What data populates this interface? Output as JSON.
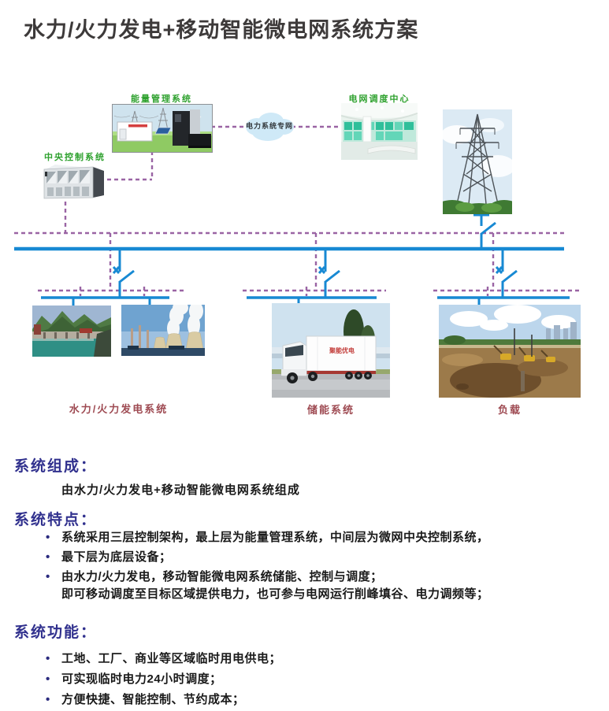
{
  "title": "水力/火力发电+移动智能微电网系统方案",
  "diagram": {
    "labels": {
      "ems": "能量管理系统",
      "ccs": "中央控制系统",
      "dispatch": "电网调度中心",
      "cloud": "电力系统专网",
      "generation": "水力/火力发电系统",
      "storage": "储能系统",
      "load": "负载"
    },
    "truck_text": "聚能优电",
    "colors": {
      "power_line_blue": "#1789d3",
      "comm_line_purple": "#9a64a4",
      "node_label_green": "#2ea12e",
      "group_label_red": "#9e4a52",
      "heading_indigo": "#31318e"
    }
  },
  "sections": {
    "composition": {
      "heading": "系统组成：",
      "body": "由水力/火力发电+移动智能微电网系统组成"
    },
    "features": {
      "heading": "系统特点：",
      "items": [
        {
          "text": "系统采用三层控制架构，最上层为能量管理系统，中间层为微网中央控制系统，"
        },
        {
          "text": "最下层为底层设备；"
        },
        {
          "text": "由水力/火力发电，移动智能微电网系统储能、控制与调度；"
        },
        {
          "text": "即可移动调度至目标区域提供电力，也可参与电网运行削峰填谷、电力调频等；"
        }
      ]
    },
    "functions": {
      "heading": "系统功能：",
      "items": [
        {
          "text": "工地、工厂、商业等区域临时用电供电；"
        },
        {
          "text": "可实现临时电力24小时调度；"
        },
        {
          "text": "方便快捷、智能控制、节约成本；"
        }
      ]
    }
  }
}
